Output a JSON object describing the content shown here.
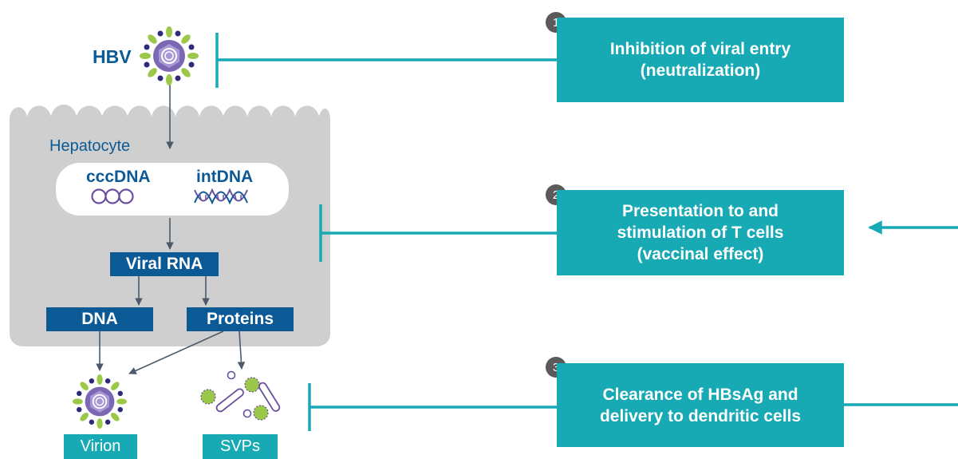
{
  "virus": {
    "label": "HBV"
  },
  "hepatocyte": {
    "label": "Hepatocyte",
    "nucleus": {
      "cccdna_label": "cccDNA",
      "intdna_label": "intDNA"
    },
    "viral_rna_label": "Viral RNA",
    "dna_label": "DNA",
    "proteins_label": "Proteins"
  },
  "outputs": {
    "virion_label": "Virion",
    "svps_label": "SVPs"
  },
  "mechanisms": [
    {
      "number": "1",
      "line1": "Inhibition of viral entry",
      "line2": "(neutralization)",
      "line3": ""
    },
    {
      "number": "2",
      "line1": "Presentation to and",
      "line2": "stimulation of T cells",
      "line3": "(vaccinal effect)"
    },
    {
      "number": "3",
      "line1": "Clearance of HBsAg and",
      "line2": "delivery to dendritic cells",
      "line3": ""
    }
  ],
  "colors": {
    "teal": "#17a9b4",
    "dark_blue": "#0b5a96",
    "cell_gray": "#cfcfcf",
    "arrow_gray": "#4a5a6a",
    "virus_purple": "#6a4fa0",
    "virus_green": "#9cc84a"
  }
}
